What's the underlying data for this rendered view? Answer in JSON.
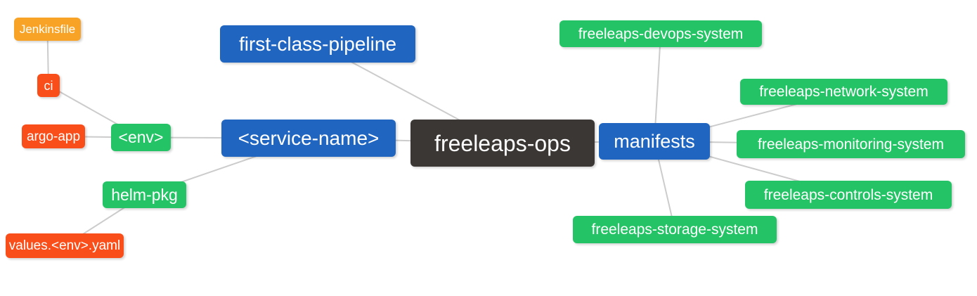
{
  "diagram": {
    "type": "mindmap",
    "root_label": "freeleaps-ops",
    "background": "#FFFFFF",
    "edge_color": "#CCCCCC",
    "palette": {
      "blue": "#2065C0",
      "green": "#24C466",
      "red": "#F94E1A",
      "amber": "#F9A326",
      "dark": "#3B3734"
    },
    "nodes": [
      {
        "id": "jenkinsfile",
        "label": "Jenkinsfile",
        "color": "amber"
      },
      {
        "id": "ci",
        "label": "ci",
        "color": "red"
      },
      {
        "id": "argo-app",
        "label": "argo-app",
        "color": "red"
      },
      {
        "id": "env",
        "label": "<env>",
        "color": "green"
      },
      {
        "id": "helm-pkg",
        "label": "helm-pkg",
        "color": "green"
      },
      {
        "id": "values-env-yaml",
        "label": "values.<env>.yaml",
        "color": "red"
      },
      {
        "id": "first-class-pipeline",
        "label": "first-class-pipeline",
        "color": "blue"
      },
      {
        "id": "service-name",
        "label": "<service-name>",
        "color": "blue"
      },
      {
        "id": "freeleaps-ops",
        "label": "freeleaps-ops",
        "color": "dark"
      },
      {
        "id": "manifests",
        "label": "manifests",
        "color": "blue"
      },
      {
        "id": "freeleaps-devops-system",
        "label": "freeleaps-devops-system",
        "color": "green"
      },
      {
        "id": "freeleaps-network-system",
        "label": "freeleaps-network-system",
        "color": "green"
      },
      {
        "id": "freeleaps-monitoring-system",
        "label": "freeleaps-monitoring-system",
        "color": "green"
      },
      {
        "id": "freeleaps-controls-system",
        "label": "freeleaps-controls-system",
        "color": "green"
      },
      {
        "id": "freeleaps-storage-system",
        "label": "freeleaps-storage-system",
        "color": "green"
      }
    ],
    "edges": [
      {
        "from": "ci",
        "to": "jenkinsfile"
      },
      {
        "from": "env",
        "to": "ci"
      },
      {
        "from": "env",
        "to": "argo-app"
      },
      {
        "from": "service-name",
        "to": "env"
      },
      {
        "from": "service-name",
        "to": "helm-pkg"
      },
      {
        "from": "helm-pkg",
        "to": "values-env-yaml"
      },
      {
        "from": "freeleaps-ops",
        "to": "first-class-pipeline"
      },
      {
        "from": "freeleaps-ops",
        "to": "service-name"
      },
      {
        "from": "freeleaps-ops",
        "to": "manifests"
      },
      {
        "from": "manifests",
        "to": "freeleaps-devops-system"
      },
      {
        "from": "manifests",
        "to": "freeleaps-network-system"
      },
      {
        "from": "manifests",
        "to": "freeleaps-monitoring-system"
      },
      {
        "from": "manifests",
        "to": "freeleaps-controls-system"
      },
      {
        "from": "manifests",
        "to": "freeleaps-storage-system"
      }
    ]
  }
}
